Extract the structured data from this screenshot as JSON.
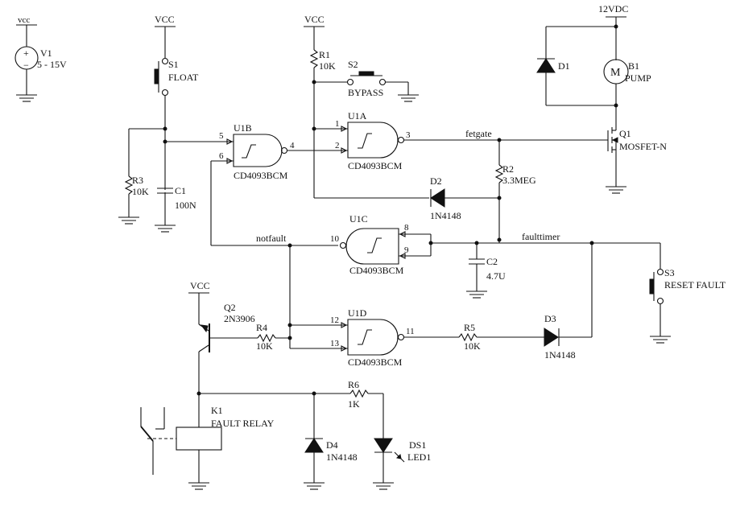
{
  "supply": {
    "vcc_lower": "vcc",
    "vcc": "VCC",
    "v12": "12VDC",
    "v1_ref": "V1",
    "v1_range": "5 - 15V",
    "plus": "+",
    "minus": "−"
  },
  "components": {
    "s1_ref": "S1",
    "s1_label": "FLOAT",
    "r1_ref": "R1",
    "r1_val": "10K",
    "s2_ref": "S2",
    "s2_label": "BYPASS",
    "d1_ref": "D1",
    "b1_ref": "B1",
    "b1_label": "PUMP",
    "motor_symbol": "M",
    "u1b_ref": "U1B",
    "u1b_part": "CD4093BCM",
    "u1a_ref": "U1A",
    "u1a_part": "CD4093BCM",
    "u1c_ref": "U1C",
    "u1c_part": "CD4093BCM",
    "u1d_ref": "U1D",
    "u1d_part": "CD4093BCM",
    "q1_ref": "Q1",
    "q1_part": "MOSFET-N",
    "r2_ref": "R2",
    "r2_val": "3.3MEG",
    "r3_ref": "R3",
    "r3_val": "10K",
    "c1_ref": "C1",
    "c1_val": "100N",
    "d2_ref": "D2",
    "d2_part": "1N4148",
    "c2_ref": "C2",
    "c2_val": "4.7U",
    "s3_ref": "S3",
    "s3_label": "RESET FAULT",
    "q2_ref": "Q2",
    "q2_part": "2N3906",
    "r4_ref": "R4",
    "r4_val": "10K",
    "r5_ref": "R5",
    "r5_val": "10K",
    "d3_ref": "D3",
    "d3_part": "1N4148",
    "k1_ref": "K1",
    "k1_label": "FAULT RELAY",
    "r6_ref": "R6",
    "r6_val": "1K",
    "d4_ref": "D4",
    "d4_part": "1N4148",
    "ds1_ref": "DS1",
    "ds1_label": "LED1"
  },
  "pins": {
    "u1b_in1": "5",
    "u1b_in2": "6",
    "u1b_out": "4",
    "u1a_in1": "1",
    "u1a_in2": "2",
    "u1a_out": "3",
    "u1c_in1": "8",
    "u1c_in2": "9",
    "u1c_out": "10",
    "u1d_in1": "12",
    "u1d_in2": "13",
    "u1d_out": "11"
  },
  "nets": {
    "fetgate": "fetgate",
    "notfault": "notfault",
    "faulttimer": "faulttimer"
  }
}
